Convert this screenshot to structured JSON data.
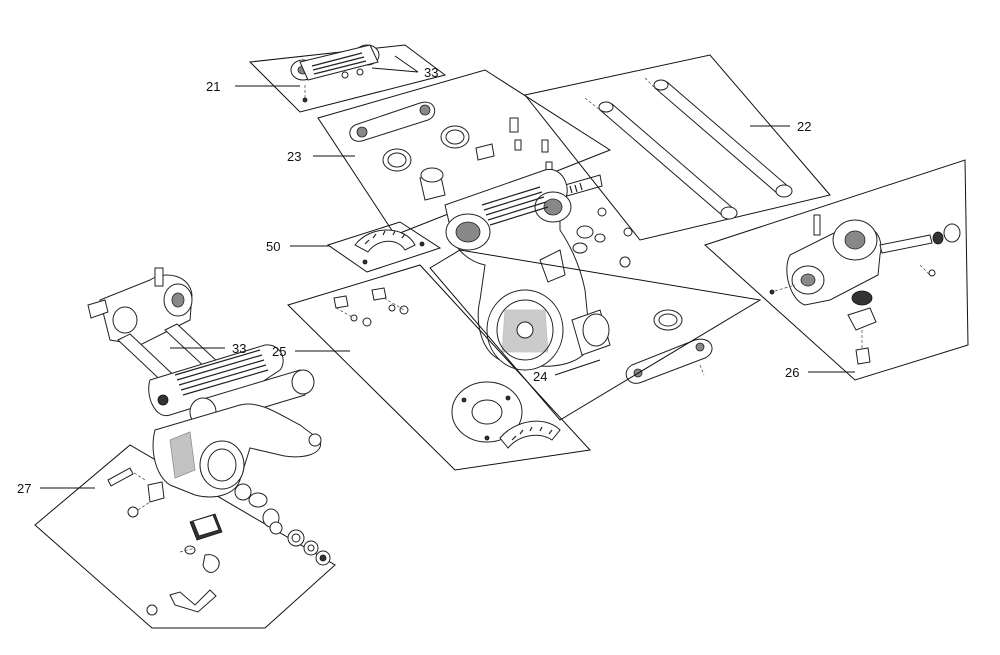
{
  "callouts": [
    {
      "id": "c21",
      "text": "21"
    },
    {
      "id": "c22",
      "text": "22"
    },
    {
      "id": "c23",
      "text": "23"
    },
    {
      "id": "c24",
      "text": "24"
    },
    {
      "id": "c25",
      "text": "25"
    },
    {
      "id": "c26",
      "text": "26"
    },
    {
      "id": "c27",
      "text": "27"
    },
    {
      "id": "c33a",
      "text": "33"
    },
    {
      "id": "c33b",
      "text": "33"
    },
    {
      "id": "c50",
      "text": "50"
    }
  ]
}
